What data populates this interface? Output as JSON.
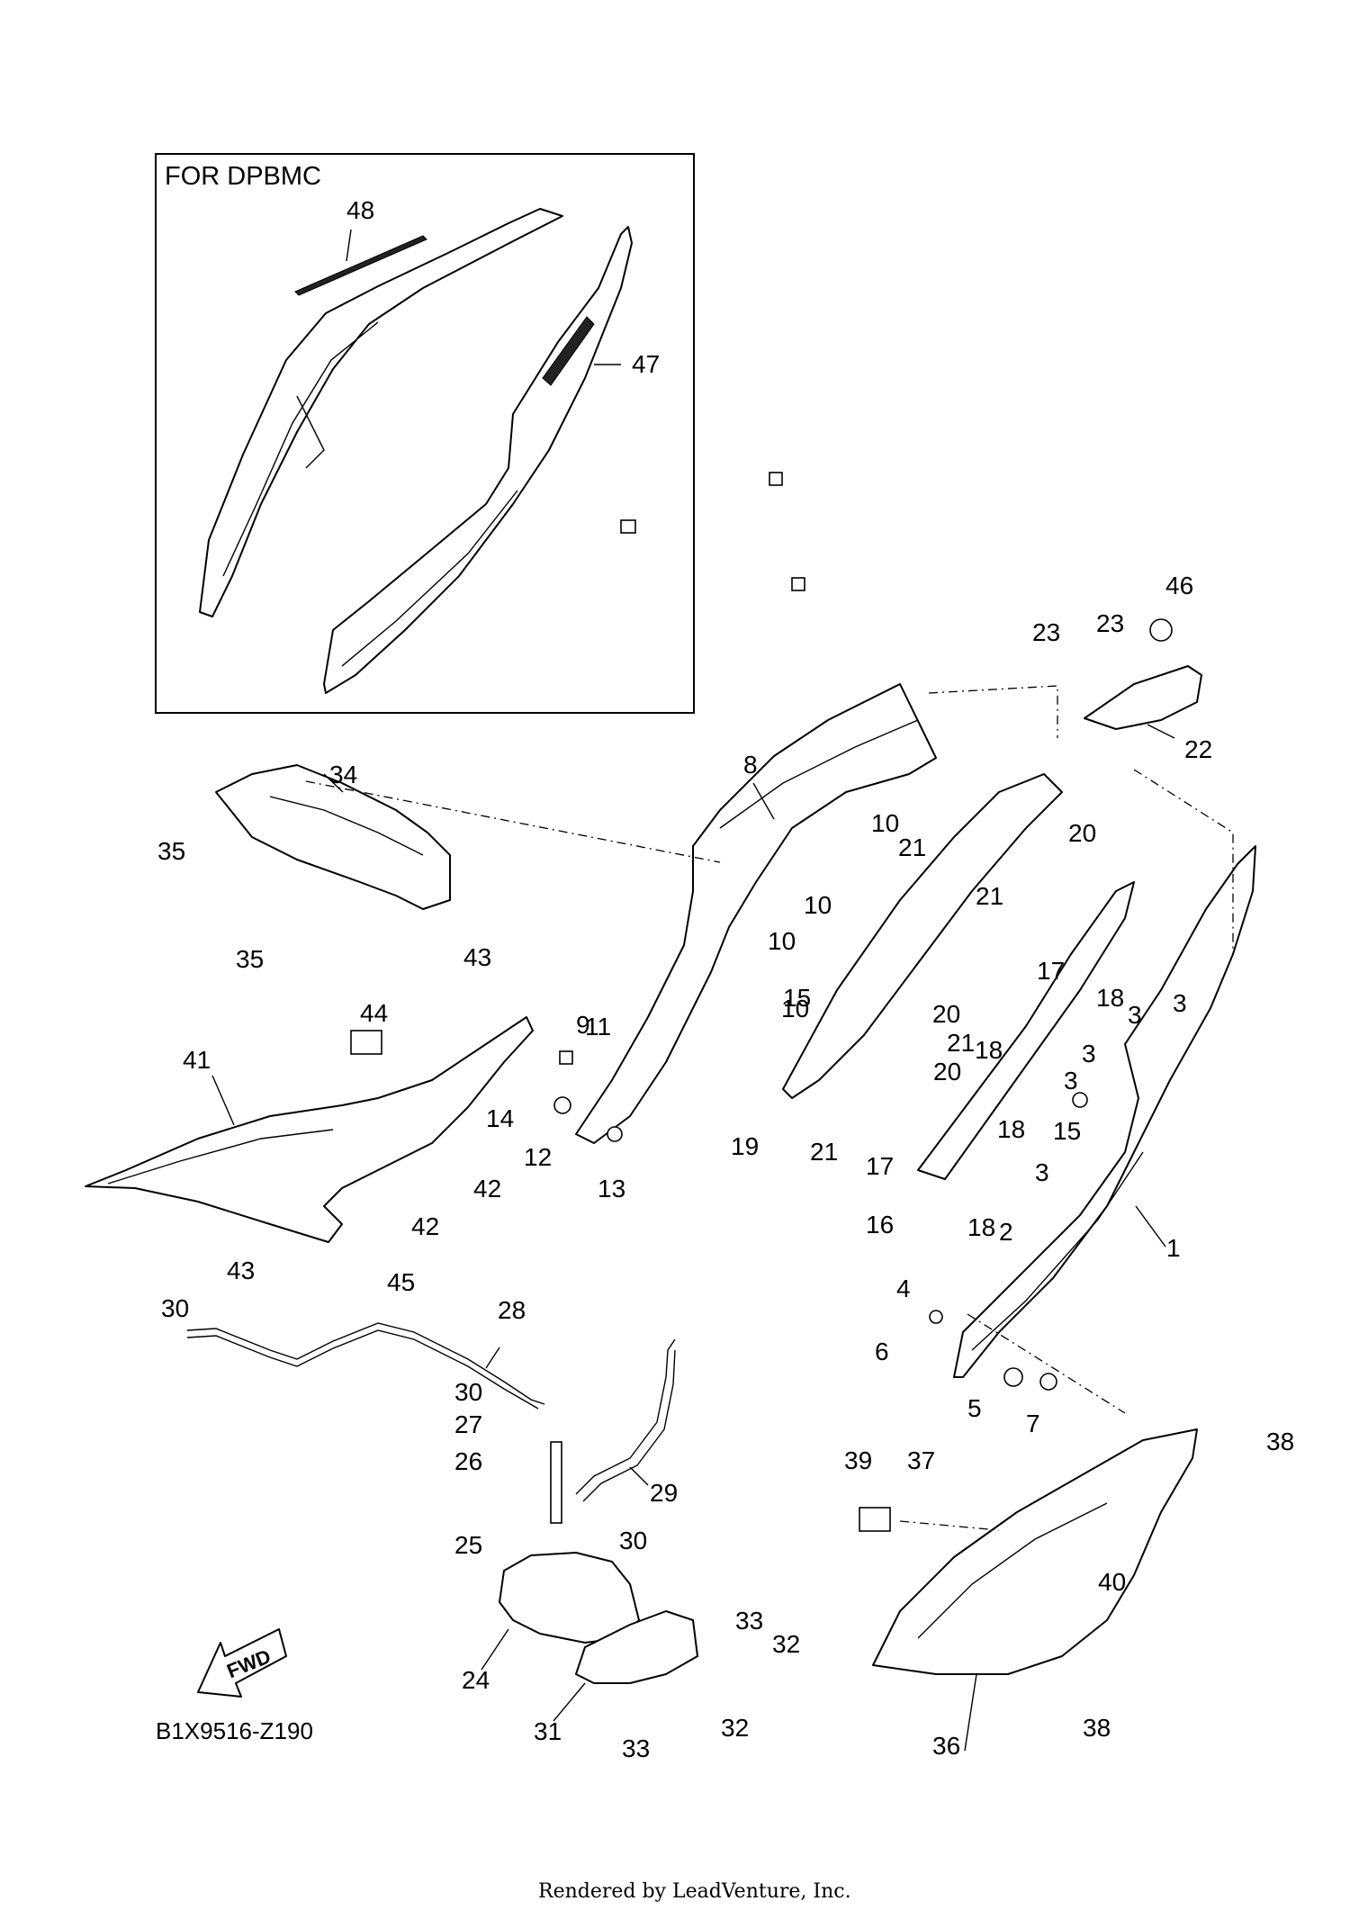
{
  "inset": {
    "title": "FOR DPBMC"
  },
  "diagram_code": "B1X9516-Z190",
  "fwd_label": "FWD",
  "footer": "Rendered by LeadVenture, Inc.",
  "callouts": {
    "c1": "1",
    "c2": "2",
    "c3a": "3",
    "c3b": "3",
    "c3c": "3",
    "c3d": "3",
    "c3e": "3",
    "c4": "4",
    "c5": "5",
    "c6": "6",
    "c7": "7",
    "c8": "8",
    "c9": "9",
    "c10a": "10",
    "c10b": "10",
    "c10c": "10",
    "c10d": "10",
    "c11": "11",
    "c12": "12",
    "c13": "13",
    "c14": "14",
    "c15a": "15",
    "c15b": "15",
    "c16": "16",
    "c17a": "17",
    "c17b": "17",
    "c18a": "18",
    "c18b": "18",
    "c18c": "18",
    "c18d": "18",
    "c19": "19",
    "c20a": "20",
    "c20b": "20",
    "c20c": "20",
    "c21a": "21",
    "c21b": "21",
    "c21c": "21",
    "c21d": "21",
    "c22": "22",
    "c23a": "23",
    "c23b": "23",
    "c24": "24",
    "c25": "25",
    "c26": "26",
    "c27": "27",
    "c28": "28",
    "c29": "29",
    "c30a": "30",
    "c30b": "30",
    "c30c": "30",
    "c31": "31",
    "c32a": "32",
    "c32b": "32",
    "c33a": "33",
    "c33b": "33",
    "c34": "34",
    "c35a": "35",
    "c35b": "35",
    "c36": "36",
    "c37": "37",
    "c38a": "38",
    "c38b": "38",
    "c39": "39",
    "c40": "40",
    "c41": "41",
    "c42a": "42",
    "c42b": "42",
    "c43a": "43",
    "c43b": "43",
    "c44": "44",
    "c45": "45",
    "c46": "46",
    "c47": "47",
    "c48": "48"
  }
}
